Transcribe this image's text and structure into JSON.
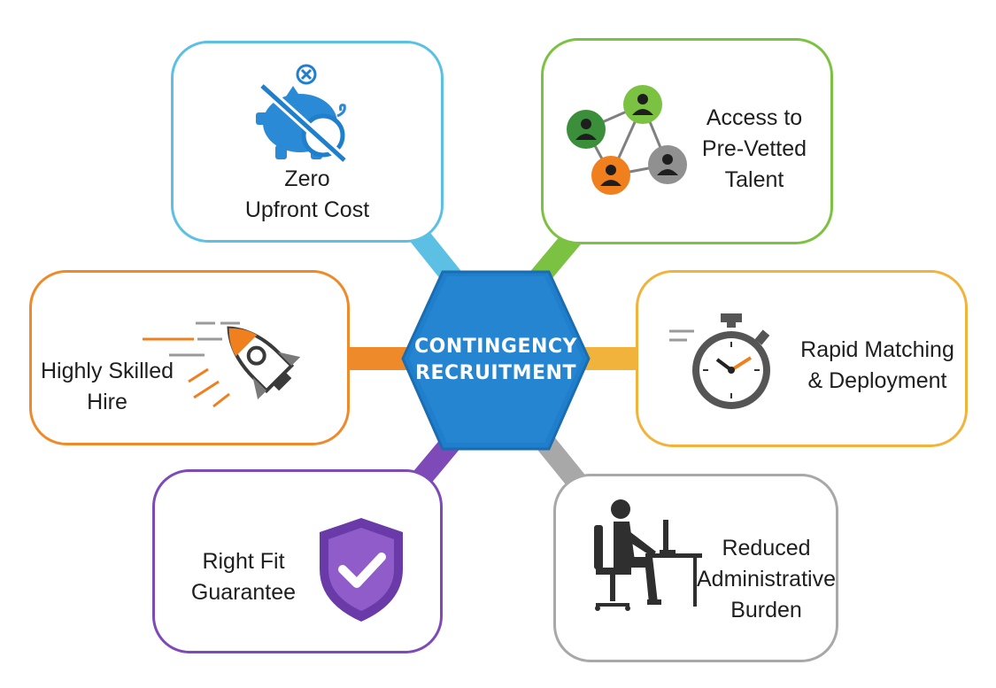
{
  "hub": {
    "line1": "CONTINGENCY",
    "line2": "RECRUITMENT",
    "color": "#1f7fcc"
  },
  "benefits": [
    {
      "id": "zero-upfront-cost",
      "lines": [
        "Zero",
        "Upfront Cost"
      ],
      "icon": "piggy-bank-crossed-icon",
      "color": "#5bc0e4"
    },
    {
      "id": "pre-vetted-talent",
      "lines": [
        "Access to",
        "Pre-Vetted",
        "Talent"
      ],
      "icon": "talent-network-icon",
      "color": "#7cc242"
    },
    {
      "id": "highly-skilled-hire",
      "lines": [
        "Highly Skilled",
        "Hire"
      ],
      "icon": "rocket-icon",
      "color": "#ee8a2a"
    },
    {
      "id": "rapid-matching",
      "lines": [
        "Rapid Matching",
        "& Deployment"
      ],
      "icon": "stopwatch-icon",
      "color": "#f2b33d"
    },
    {
      "id": "right-fit-guarantee",
      "lines": [
        "Right Fit",
        "Guarantee"
      ],
      "icon": "shield-check-icon",
      "color": "#7d4ab8"
    },
    {
      "id": "reduced-admin-burden",
      "lines": [
        "Reduced",
        "Administrative",
        "Burden"
      ],
      "icon": "desk-worker-icon",
      "color": "#a8a8a8"
    }
  ]
}
